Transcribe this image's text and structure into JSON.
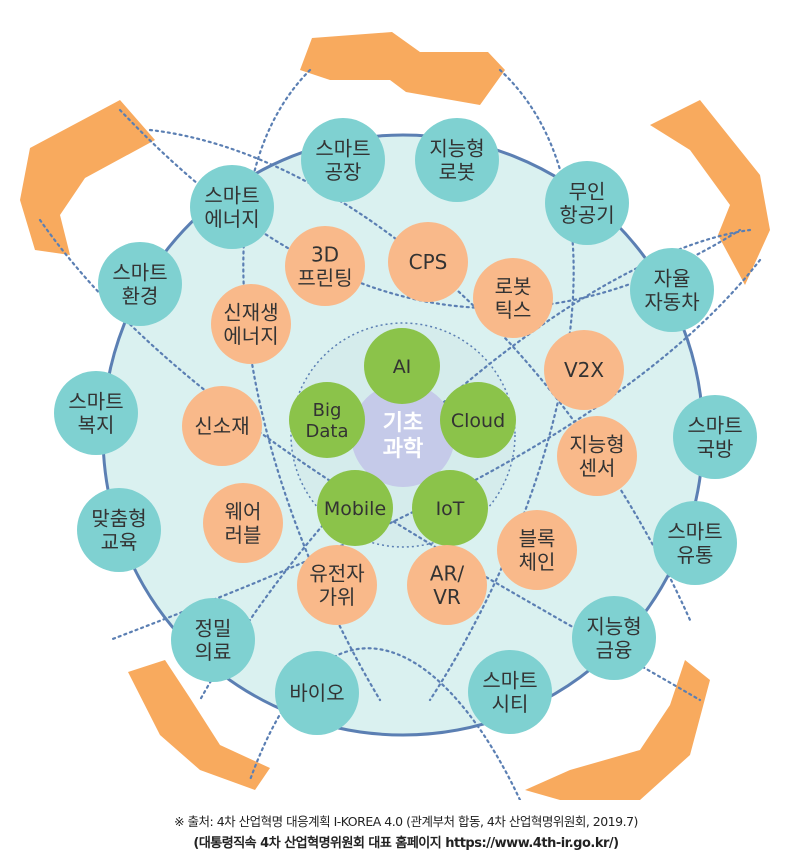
{
  "colors": {
    "teal": "#7fd1d1",
    "orange": "#f9b98a",
    "green": "#8bc34a",
    "core": "#c5cae9",
    "ring_fill": "#daf1f0",
    "ring_stroke": "#5b7fb3",
    "petal": "#f8aa5e"
  },
  "core": {
    "label_lines": [
      "기초",
      "과학"
    ]
  },
  "green_nodes": [
    {
      "lines": [
        "AI"
      ]
    },
    {
      "lines": [
        "Cloud"
      ]
    },
    {
      "lines": [
        "IoT"
      ]
    },
    {
      "lines": [
        "Mobile"
      ]
    },
    {
      "lines": [
        "Big",
        "Data"
      ]
    }
  ],
  "orange_nodes": [
    {
      "lines": [
        "CPS"
      ]
    },
    {
      "lines": [
        "로봇",
        "틱스"
      ]
    },
    {
      "lines": [
        "V2X"
      ]
    },
    {
      "lines": [
        "지능형",
        "센서"
      ]
    },
    {
      "lines": [
        "블록",
        "체인"
      ]
    },
    {
      "lines": [
        "AR/",
        "VR"
      ]
    },
    {
      "lines": [
        "유전자",
        "가위"
      ]
    },
    {
      "lines": [
        "웨어",
        "러블"
      ]
    },
    {
      "lines": [
        "신소재"
      ]
    },
    {
      "lines": [
        "신재생",
        "에너지"
      ]
    },
    {
      "lines": [
        "3D",
        "프린팅"
      ]
    }
  ],
  "teal_nodes": [
    {
      "lines": [
        "스마트",
        "공장"
      ]
    },
    {
      "lines": [
        "지능형",
        "로봇"
      ]
    },
    {
      "lines": [
        "무인",
        "항공기"
      ]
    },
    {
      "lines": [
        "자율",
        "자동차"
      ]
    },
    {
      "lines": [
        "스마트",
        "국방"
      ]
    },
    {
      "lines": [
        "스마트",
        "유통"
      ]
    },
    {
      "lines": [
        "지능형",
        "금융"
      ]
    },
    {
      "lines": [
        "스마트",
        "시티"
      ]
    },
    {
      "lines": [
        "바이오"
      ]
    },
    {
      "lines": [
        "정밀",
        "의료"
      ]
    },
    {
      "lines": [
        "맞춤형",
        "교육"
      ]
    },
    {
      "lines": [
        "스마트",
        "복지"
      ]
    },
    {
      "lines": [
        "스마트",
        "환경"
      ]
    },
    {
      "lines": [
        "스마트",
        "에너지"
      ]
    }
  ],
  "footer": {
    "source": "※ 출처: 4차 산업혁명 대응계획 I-KOREA 4.0 (관계부처 합동, 4차 산업혁명위원회, 2019.7)",
    "homepage": "(대통령직속 4차 산업혁명위원회 대표 홈페이지 https://www.4th-ir.go.kr/)"
  }
}
